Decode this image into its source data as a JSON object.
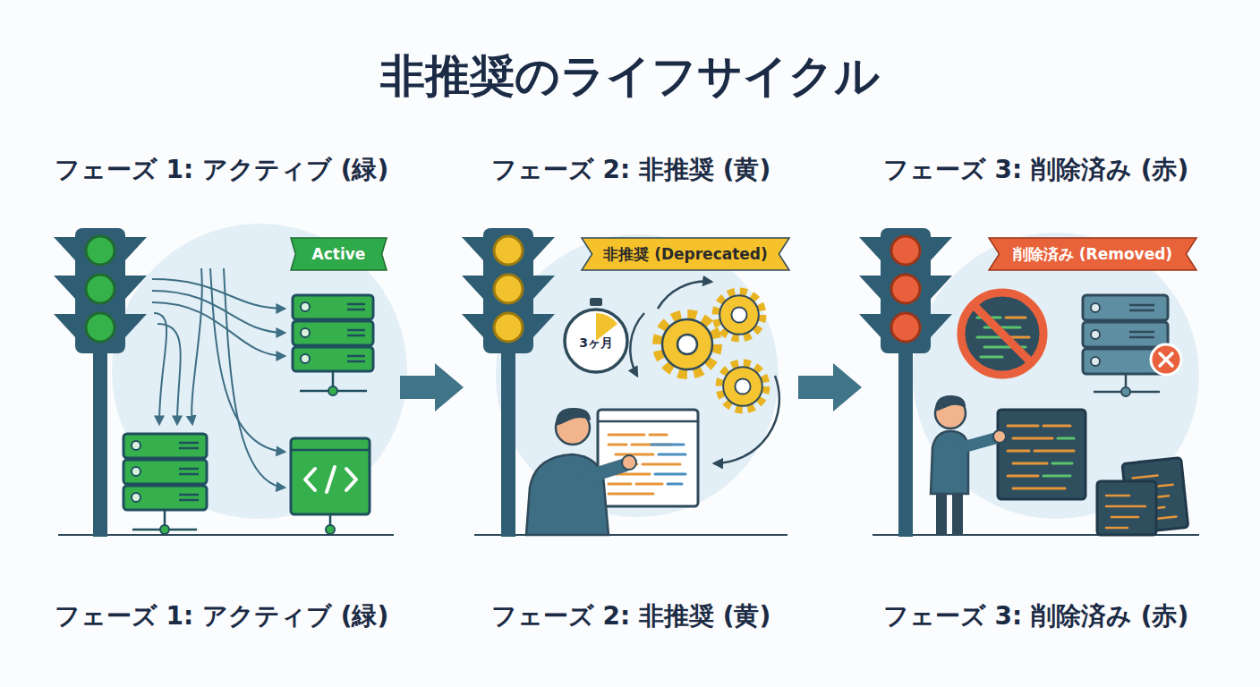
{
  "diagram": {
    "title": "非推奨のライフサイクル",
    "nodes": [
      {
        "text": [
          "フェーズ 1: アクティブ (緑)",
          "フェーズ 1: アクティブ (緑)"
        ]
      },
      {
        "text": [
          "Active"
        ],
        "in": 0
      },
      {
        "text": [
          "フェーズ 2: 非推奨 (黄)",
          "フェーズ 2: 非推奨 (黄)"
        ]
      },
      {
        "text": [
          "非推奨 (Deprecated)"
        ],
        "in": 2
      },
      {
        "text": [
          "3ヶ月"
        ],
        "in": 2
      },
      {
        "text": [
          "フェーズ 3: 削除済み (赤)",
          "フェーズ 3: 削除済み (赤)"
        ]
      },
      {
        "text": [
          "削除済み (Removed)"
        ],
        "in": 5
      }
    ],
    "edges": [
      {
        "from": 0,
        "to": 2,
        "arrow": "to"
      },
      {
        "from": 2,
        "to": 5,
        "arrow": "to"
      }
    ]
  }
}
